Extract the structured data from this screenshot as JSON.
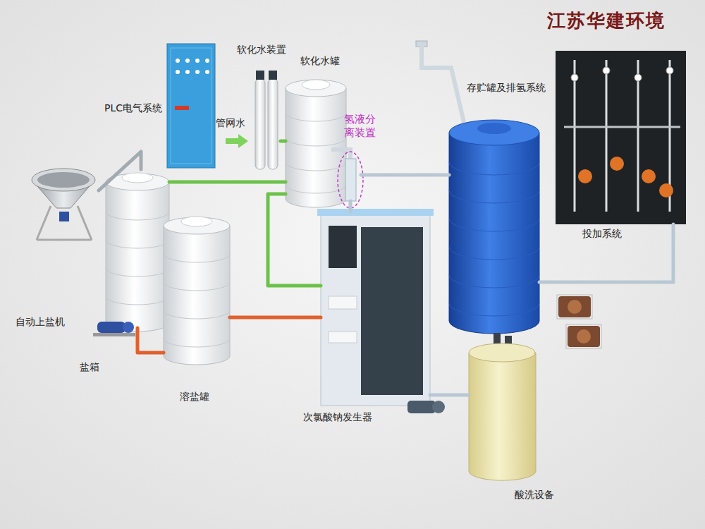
{
  "diagram": {
    "nodes": [
      {
        "text": [
          "PLC电气系统"
        ]
      },
      {
        "text": [
          "软化水装置"
        ]
      },
      {
        "text": [
          "软化水罐"
        ]
      },
      {
        "text": [
          "氢液分离装置"
        ]
      },
      {
        "text": [
          "存贮罐及排氢系统"
        ]
      },
      {
        "text": [
          "投加系统"
        ]
      },
      {
        "text": [
          "自动上盐机"
        ]
      },
      {
        "text": [
          "盐箱"
        ]
      },
      {
        "text": [
          "溶盐罐"
        ]
      },
      {
        "text": [
          "次氯酸钠发生器"
        ]
      },
      {
        "text": [
          "酸洗设备"
        ]
      }
    ],
    "edges": [
      {
        "from": 1,
        "to": 2,
        "arrow": "none"
      },
      {
        "from": 2,
        "to": 9,
        "arrow": "none"
      },
      {
        "from": 2,
        "to": 7,
        "arrow": "none"
      },
      {
        "from": 6,
        "to": 7,
        "arrow": "none"
      },
      {
        "from": 7,
        "to": 8,
        "arrow": "none"
      },
      {
        "from": 8,
        "to": 9,
        "arrow": "none"
      },
      {
        "from": 9,
        "to": 3,
        "arrow": "none"
      },
      {
        "from": 3,
        "to": 4,
        "arrow": "none"
      },
      {
        "from": 4,
        "to": 5,
        "arrow": "none"
      },
      {
        "from": 10,
        "to": 9,
        "arrow": "none"
      }
    ],
    "labels": [
      "管网水",
      "江苏华建环境"
    ]
  }
}
